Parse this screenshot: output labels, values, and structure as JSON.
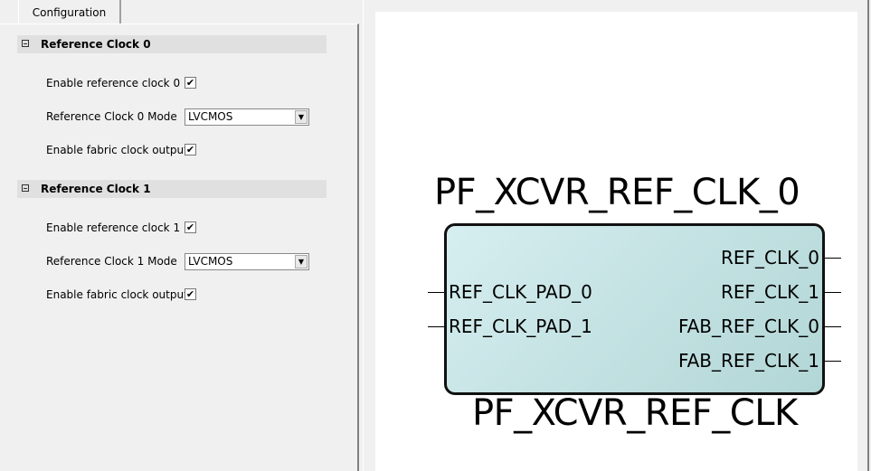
{
  "tab": {
    "label": "Configuration"
  },
  "sections": [
    {
      "title": "Reference Clock 0",
      "enable_label": "Enable reference clock 0",
      "enable_checked": true,
      "mode_label": "Reference Clock 0 Mode",
      "mode_value": "LVCMOS",
      "fabric_label": "Enable fabric clock output",
      "fabric_checked": true
    },
    {
      "title": "Reference Clock 1",
      "enable_label": "Enable reference clock 1",
      "enable_checked": true,
      "mode_label": "Reference Clock 1 Mode",
      "mode_value": "LVCMOS",
      "fabric_label": "Enable fabric clock output",
      "fabric_checked": true
    }
  ],
  "check_glyph": "✔",
  "block": {
    "instance_name": "PF_XCVR_REF_CLK_0",
    "type_name": "PF_XCVR_REF_CLK",
    "inputs": [
      "REF_CLK_PAD_0",
      "REF_CLK_PAD_1"
    ],
    "outputs": [
      "REF_CLK_0",
      "REF_CLK_1",
      "FAB_REF_CLK_0",
      "FAB_REF_CLK_1"
    ]
  }
}
